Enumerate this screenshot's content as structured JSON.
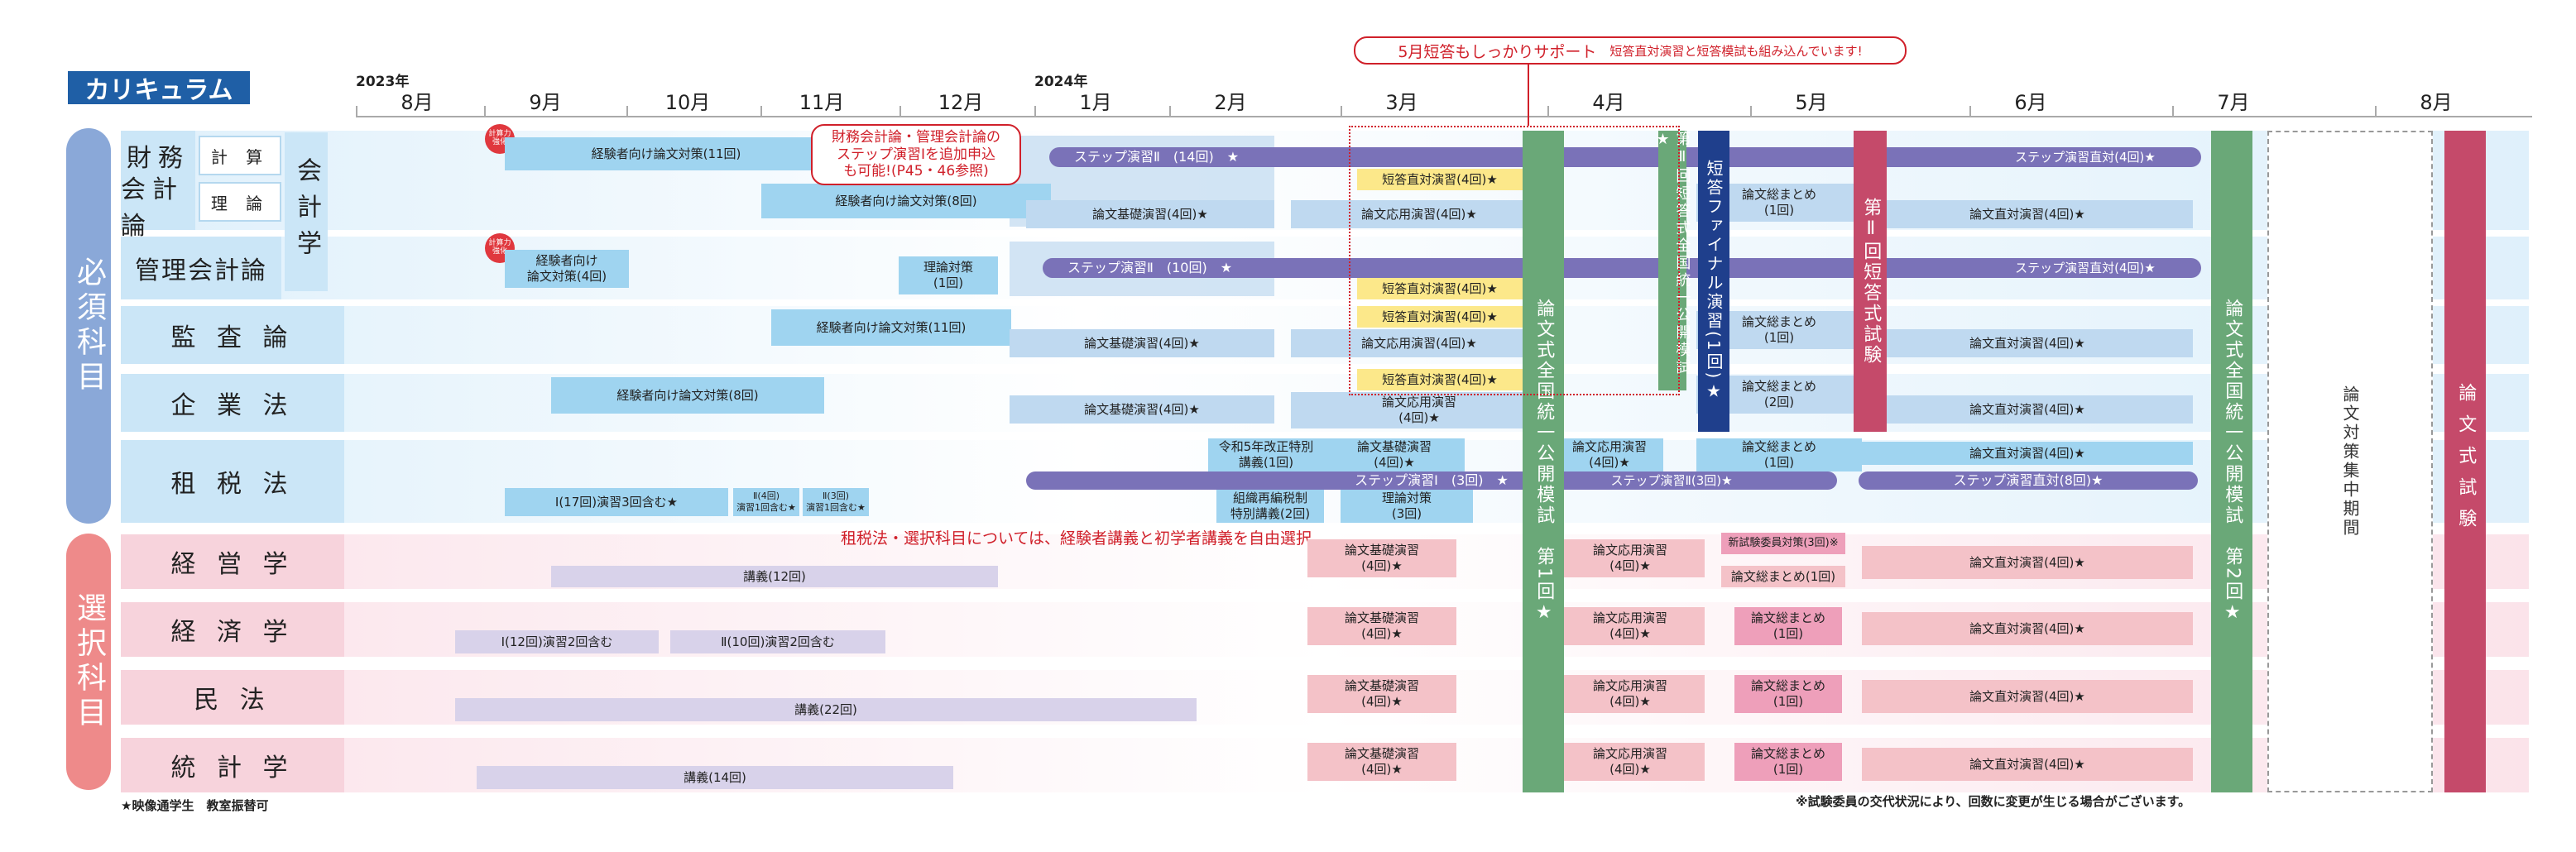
{
  "title": "カリキュラム",
  "years": {
    "y2023": "2023年",
    "y2024": "2024年"
  },
  "months": [
    "8月",
    "9月",
    "10月",
    "11月",
    "12月",
    "1月",
    "2月",
    "3月",
    "4月",
    "5月",
    "6月",
    "7月",
    "8月"
  ],
  "categories": {
    "required": "必須科目",
    "elective": "選択科目"
  },
  "subjects": {
    "zaimu": "財務",
    "kaikeiron": "会計論",
    "keisan": "計 算",
    "riron": "理 論",
    "kaikeigaku": "会計学",
    "kanri": "管理会計論",
    "kansa": "監 査 論",
    "kigyo": "企 業 法",
    "sozei": "租 税 法",
    "keiei": "経 営 学",
    "keizai": "経 済 学",
    "minpo": "民 法",
    "tokei": "統 計 学"
  },
  "badge": "計算力\n強化",
  "callout_top": {
    "main": "5月短答もしっかりサポート",
    "sub": "短答直対演習と短答模試も組み込んでいます!"
  },
  "callout_mid": "財務会計論・管理会計論の\nステップ演習Ⅰを追加申込\nも可能!(P45・46参照)",
  "elective_note": "租税法・選択科目については、経験者講義と初学者講義を自由選択。",
  "bars": {
    "z1": "経験者向け論文対策(11回)",
    "z2": "経験者向け論文対策(8回)",
    "z_step": "ステップ演習Ⅱ　(14回)　★",
    "z_step_end": "ステップ演習直対(4回)★",
    "z_tan": "短答直対演習(4回)★",
    "z_kiso": "論文基礎演習(4回)★",
    "z_oyo": "論文応用演習(4回)★",
    "z_matome": "論文総まとめ\n(1回)",
    "z_chokutai": "論文直対演習(4回)★",
    "k1": "経験者向け\n論文対策(4回)",
    "k_riron": "理論対策\n(1回)",
    "k_step": "ステップ演習Ⅱ　(10回)　★",
    "k_step_end": "ステップ演習直対(4回)★",
    "k_tan": "短答直対演習(4回)★",
    "ka1": "経験者向け論文対策(11回)",
    "ka_kiso": "論文基礎演習(4回)★",
    "ka_tan": "短答直対演習(4回)★",
    "ka_oyo": "論文応用演習(4回)★",
    "ka_matome": "論文総まとめ\n(1回)",
    "ka_chokutai": "論文直対演習(4回)★",
    "ki1": "経験者向け論文対策(8回)",
    "ki_kiso": "論文基礎演習(4回)★",
    "ki_tan": "短答直対演習(4回)★",
    "ki_oyo": "論文応用演習\n(4回)★",
    "ki_matome": "論文総まとめ\n(2回)",
    "ki_chokutai": "論文直対演習(4回)★",
    "s1": "Ⅰ(17回)演習3回含む★",
    "s2": "Ⅱ(4回)\n演習1回含む★",
    "s3": "Ⅱ(3回)\n演習1回含む★",
    "s_kaisei": "令和5年改正特別\n講義(1回)",
    "s_step": "ステップ演習Ⅰ　(3回)　★",
    "s_soshiki": "組織再編税制\n特別講義(2回)",
    "s_kiso": "論文基礎演習\n(4回)★",
    "s_riron": "理論対策\n(3回)",
    "s_oyo": "論文応用演習\n(4回)★",
    "s_step2": "ステップ演習Ⅱ(3回)★",
    "s_matome": "論文総まとめ\n(1回)",
    "s_chokutai": "論文直対演習(4回)★",
    "s_step3": "ステップ演習直対(8回)★",
    "e1": "講義(12回)",
    "e_kiso": "論文基礎演習\n(4回)★",
    "e_oyo": "論文応用演習\n(4回)★",
    "e_shin": "新試験委員対策(3回)※",
    "e_matome": "論文総まとめ(1回)",
    "e_chokutai": "論文直対演習(4回)★",
    "ec1": "Ⅰ(12回)演習2回含む",
    "ec2": "Ⅱ(10回)演習2回含む",
    "ec_kiso": "論文基礎演習\n(4回)★",
    "ec_oyo": "論文応用演習\n(4回)★",
    "ec_matome": "論文総まとめ\n(1回)",
    "ec_chokutai": "論文直対演習(4回)★",
    "m1": "講義(22回)",
    "m_kiso": "論文基礎演習\n(4回)★",
    "m_oyo": "論文応用演習\n(4回)★",
    "m_matome": "論文総まとめ\n(1回)",
    "m_chokutai": "論文直対演習(4回)★",
    "t1": "講義(14回)",
    "t_kiso": "論文基礎演習\n(4回)★",
    "t_oyo": "論文応用演習\n(4回)★",
    "t_matome": "論文総まとめ\n(1回)",
    "t_chokutai": "論文直対演習(4回)★"
  },
  "verticals": {
    "mock1": "論文式全国統一公開模試　第1回★",
    "tan2": "第Ⅱ回短答式全国統一公開模試★",
    "final": "短答ファイナル演習(1回)★",
    "exam_tan": "第Ⅱ回短答式試験",
    "mock2": "論文式全国統一公開模試　第2回★",
    "intensive": "論文対策集中期間",
    "exam_ron": "論文式試験"
  },
  "footer_left": "★映像通学生　教室振替可",
  "footer_right": "※試験委員の交代状況により、回数に変更が生じる場合がございます。",
  "colors": {
    "navy": "#1f5fa6",
    "green": "#6aa878",
    "crimson": "#c54a6a",
    "darkblue": "#1f3f8c",
    "req": "#8aa8d8",
    "elec": "#ee8a8a"
  }
}
